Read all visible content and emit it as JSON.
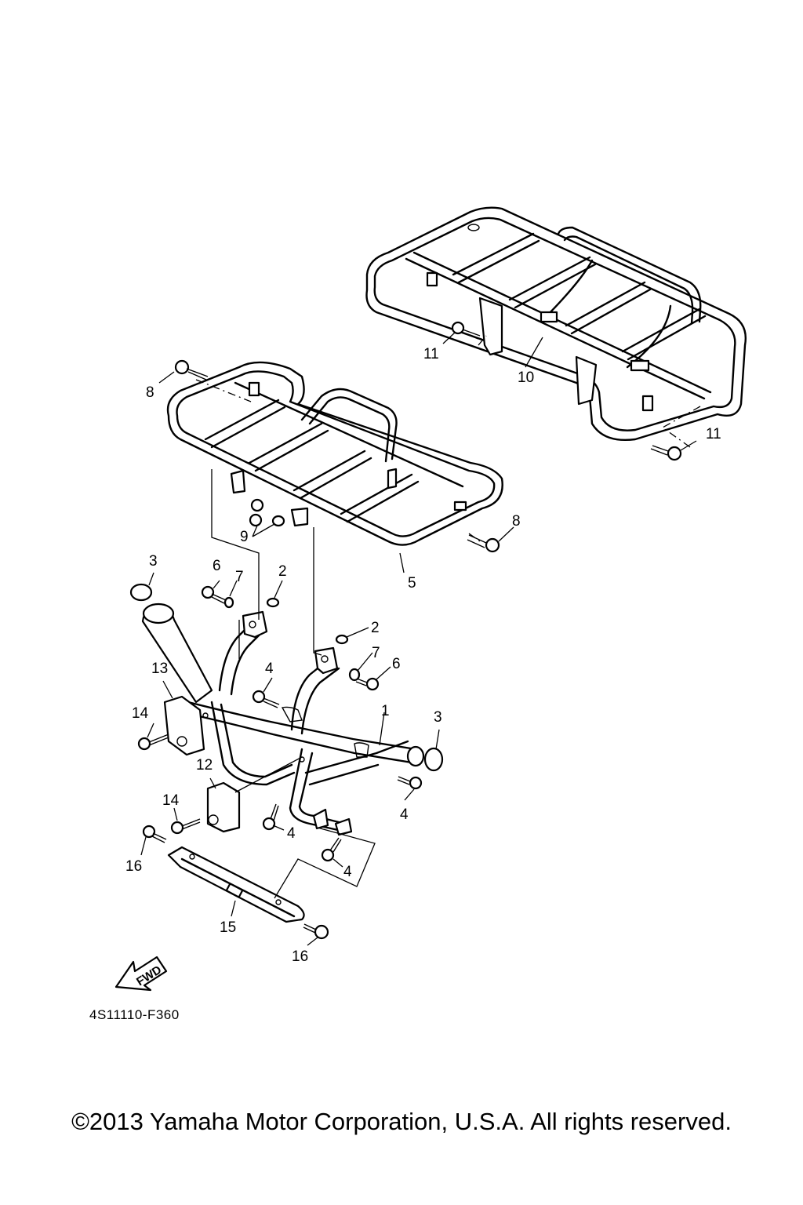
{
  "diagram": {
    "drawing_code": "4S11110-F360",
    "fwd_label": "FWD",
    "copyright": "©2013 Yamaha Motor Corporation, U.S.A. All rights reserved."
  },
  "callouts": [
    {
      "id": "c1",
      "label": "1"
    },
    {
      "id": "c2a",
      "label": "2"
    },
    {
      "id": "c2b",
      "label": "2"
    },
    {
      "id": "c3a",
      "label": "3"
    },
    {
      "id": "c3b",
      "label": "3"
    },
    {
      "id": "c4a",
      "label": "4"
    },
    {
      "id": "c4b",
      "label": "4"
    },
    {
      "id": "c4c",
      "label": "4"
    },
    {
      "id": "c4d",
      "label": "4"
    },
    {
      "id": "c5",
      "label": "5"
    },
    {
      "id": "c6a",
      "label": "6"
    },
    {
      "id": "c6b",
      "label": "6"
    },
    {
      "id": "c7a",
      "label": "7"
    },
    {
      "id": "c7b",
      "label": "7"
    },
    {
      "id": "c8a",
      "label": "8"
    },
    {
      "id": "c8b",
      "label": "8"
    },
    {
      "id": "c9",
      "label": "9"
    },
    {
      "id": "c10",
      "label": "10"
    },
    {
      "id": "c11a",
      "label": "11"
    },
    {
      "id": "c11b",
      "label": "11"
    },
    {
      "id": "c12",
      "label": "12"
    },
    {
      "id": "c13",
      "label": "13"
    },
    {
      "id": "c14a",
      "label": "14"
    },
    {
      "id": "c14b",
      "label": "14"
    },
    {
      "id": "c15",
      "label": "15"
    },
    {
      "id": "c16a",
      "label": "16"
    },
    {
      "id": "c16b",
      "label": "16"
    }
  ]
}
